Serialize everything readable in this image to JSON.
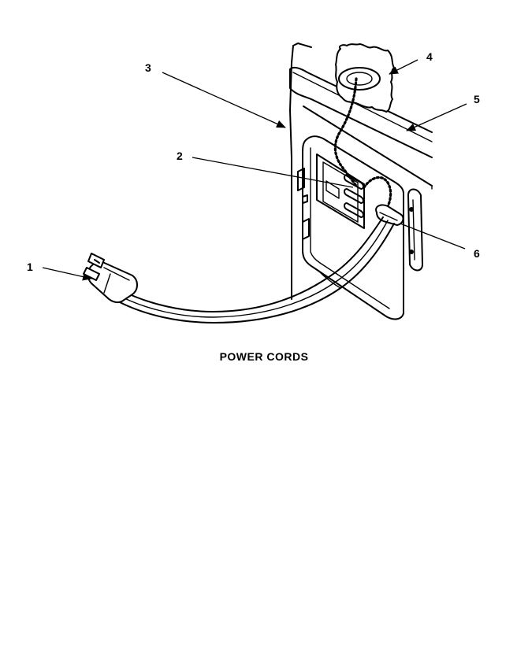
{
  "caption": "POWER CORDS",
  "callouts": [
    {
      "id": "1",
      "label": "1"
    },
    {
      "id": "2",
      "label": "2"
    },
    {
      "id": "3",
      "label": "3"
    },
    {
      "id": "4",
      "label": "4"
    },
    {
      "id": "5",
      "label": "5"
    },
    {
      "id": "6",
      "label": "6"
    }
  ]
}
